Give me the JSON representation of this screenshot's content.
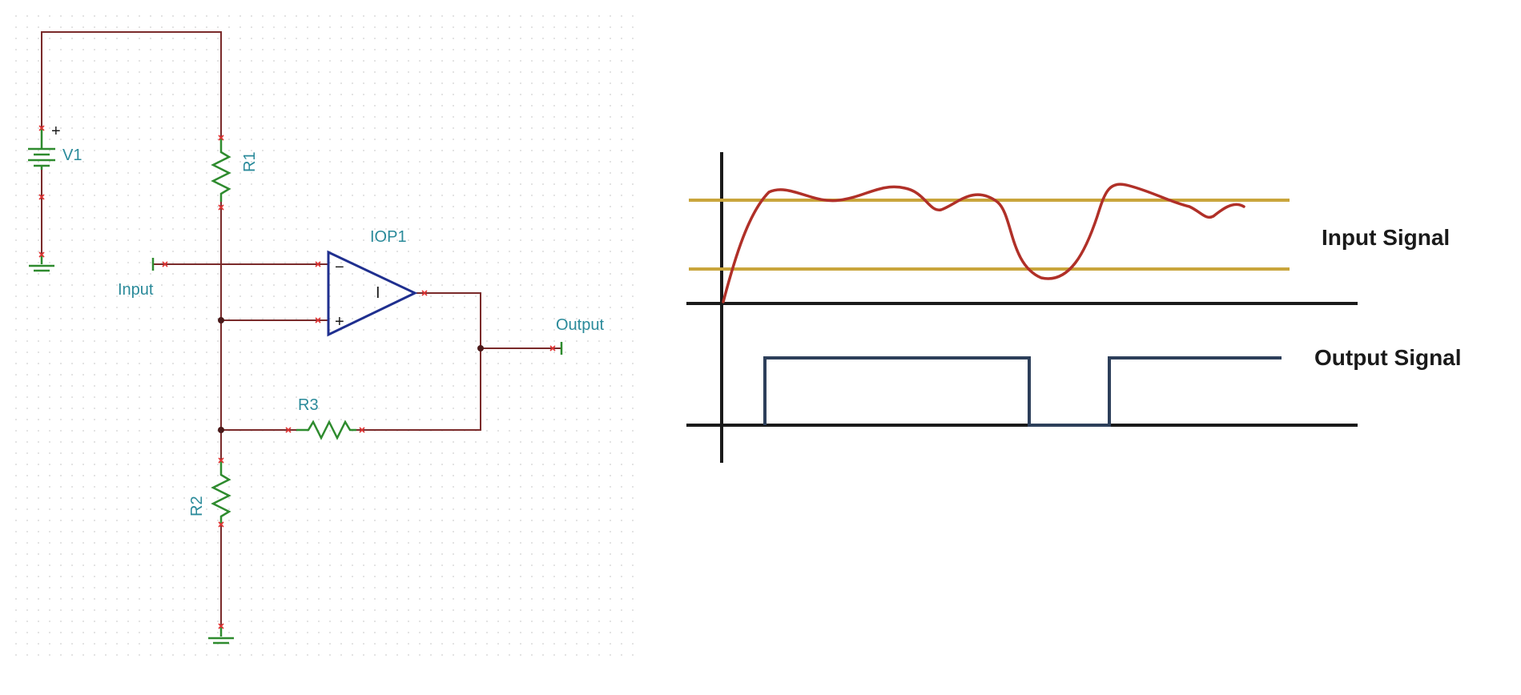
{
  "schematic": {
    "labels": {
      "v1": "V1",
      "r1": "R1",
      "r2": "R2",
      "r3": "R3",
      "opamp": "IOP1",
      "input": "Input",
      "output": "Output",
      "plus_sign": "+",
      "minus_sign": "−",
      "opamp_symbol": "I"
    },
    "colors": {
      "wire": "#7a2a2a",
      "component": "#2e8b2e",
      "opamp": "#1f2f8f",
      "label": "#2a8a9a",
      "pin": "#e03030",
      "grid_dot": "#cfcfcf"
    }
  },
  "waveforms": {
    "input_label": "Input Signal",
    "output_label": "Output Signal",
    "colors": {
      "axis": "#1a1a1a",
      "threshold": "#c9a53c",
      "input_signal": "#b03028",
      "output_signal": "#2d3f5a"
    }
  }
}
